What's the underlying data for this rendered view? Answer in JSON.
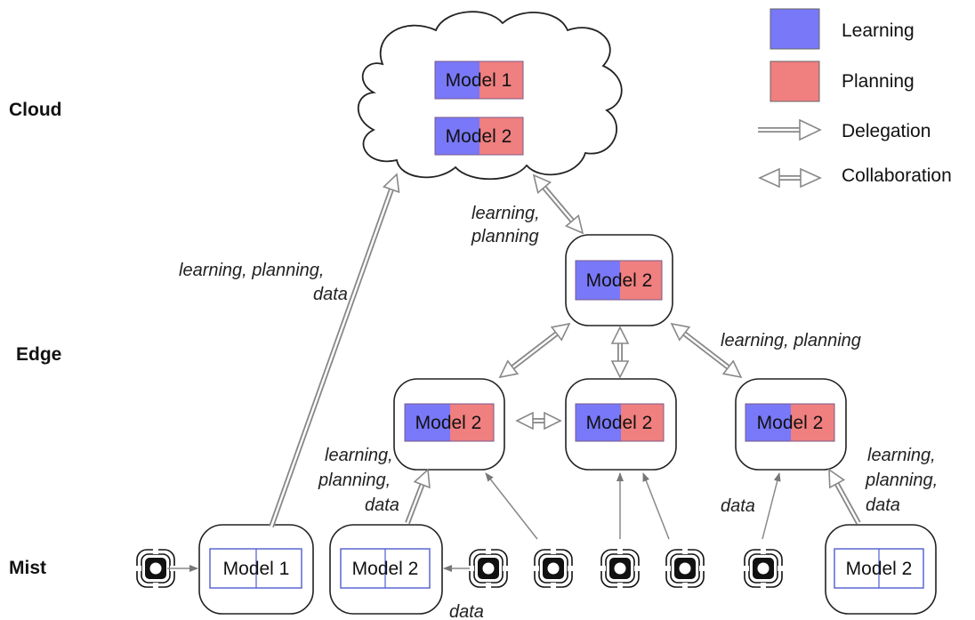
{
  "legend": {
    "learning": "Learning",
    "planning": "Planning",
    "delegation": "Delegation",
    "collaboration": "Collaboration"
  },
  "colors": {
    "learning": "#7878f8",
    "planning": "#f07f7f",
    "arrow": "#888888",
    "mist_model_border": "#4f5ccf"
  },
  "layers": {
    "cloud": "Cloud",
    "edge": "Edge",
    "mist": "Mist"
  },
  "models": {
    "cloud_1": "Model 1",
    "cloud_2": "Model 2",
    "edge_top": "Model 2",
    "edge_left": "Model 2",
    "edge_mid": "Model 2",
    "edge_right": "Model 2",
    "mist_1": "Model 1",
    "mist_2": "Model 2",
    "mist_3": "Model 2"
  },
  "annotations": {
    "cloud_to_edge_1": "learning,",
    "cloud_to_edge_2": "planning",
    "mist_to_cloud_1": "learning, planning,",
    "mist_to_cloud_2": "data",
    "edge_top_right": "learning, planning",
    "mist2_to_edge_1": "learning,",
    "mist2_to_edge_2": "planning,",
    "mist2_to_edge_3": "data",
    "mist_bottom_data": "data",
    "edge_right_data": "data",
    "mist3_to_edge_1": "learning,",
    "mist3_to_edge_2": "planning,",
    "mist3_to_edge_3": "data"
  }
}
